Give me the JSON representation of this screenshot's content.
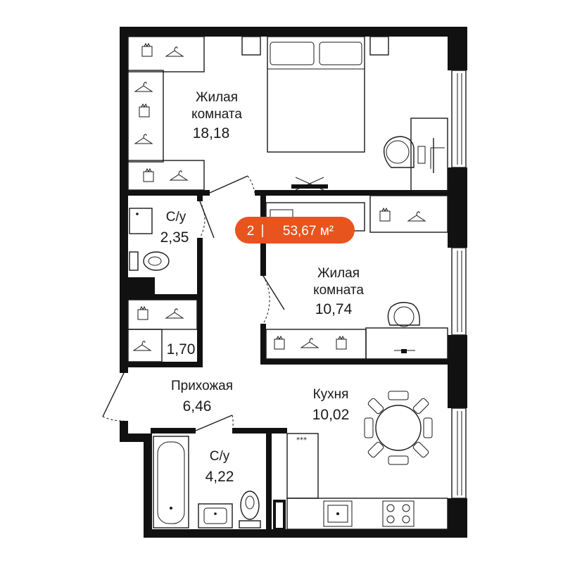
{
  "apartment": {
    "rooms_count": "2",
    "separator": "|",
    "total_area": "53,67 м²",
    "badge_color": "#e8541e"
  },
  "rooms": {
    "living1": {
      "name_line1": "Жилая",
      "name_line2": "комната",
      "area": "18,18"
    },
    "bath_small": {
      "name": "С/у",
      "area": "2,35"
    },
    "living2": {
      "name_line1": "Жилая",
      "name_line2": "комната",
      "area": "10,74"
    },
    "closet": {
      "area": "1,70"
    },
    "hallway": {
      "name": "Прихожая",
      "area": "6,46"
    },
    "kitchen": {
      "name": "Кухня",
      "area": "10,02"
    },
    "bath_large": {
      "name": "С/у",
      "area": "4,22"
    }
  },
  "colors": {
    "wall": "#111111",
    "badge": "#e8541e",
    "text": "#1a1a1a"
  }
}
